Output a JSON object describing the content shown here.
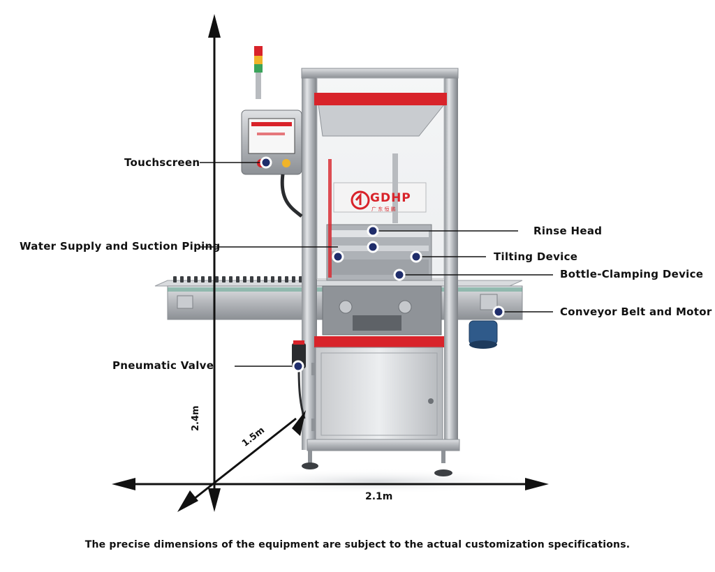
{
  "labels": {
    "touchscreen": "Touchscreen",
    "water_supply": "Water Supply and Suction Piping",
    "pneumatic_valve": "Pneumatic Valve",
    "rinse_head": "Rinse Head",
    "tilting_device": "Tilting Device",
    "bottle_clamping": "Bottle-Clamping Device",
    "conveyor": "Conveyor Belt and Motor"
  },
  "dimensions": {
    "height": "2.4m",
    "depth": "1.5m",
    "width": "2.1m"
  },
  "brand": {
    "name": "GDHP",
    "subtitle": "广 东 恒 鹏"
  },
  "footnote": "The precise dimensions of the equipment are subject to the actual customization specifications.",
  "colors": {
    "accent_red": "#d8232a",
    "steel": "#b9bcc0",
    "marker": "#1f2d6b"
  }
}
